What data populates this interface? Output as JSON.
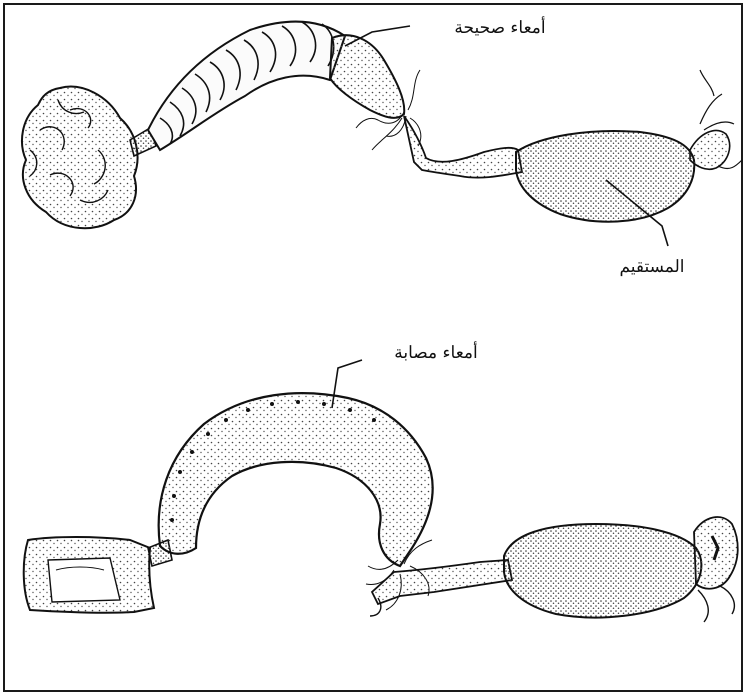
{
  "diagram": {
    "labels": {
      "healthy_intestine": "أمعاء صحيحة",
      "rectum": "المستقيم",
      "infected_intestine": "أمعاء مصابة"
    },
    "colors": {
      "frame": "#1a1a1a",
      "ink": "#111111",
      "stipple": "#444444",
      "paper": "#ffffff"
    }
  }
}
